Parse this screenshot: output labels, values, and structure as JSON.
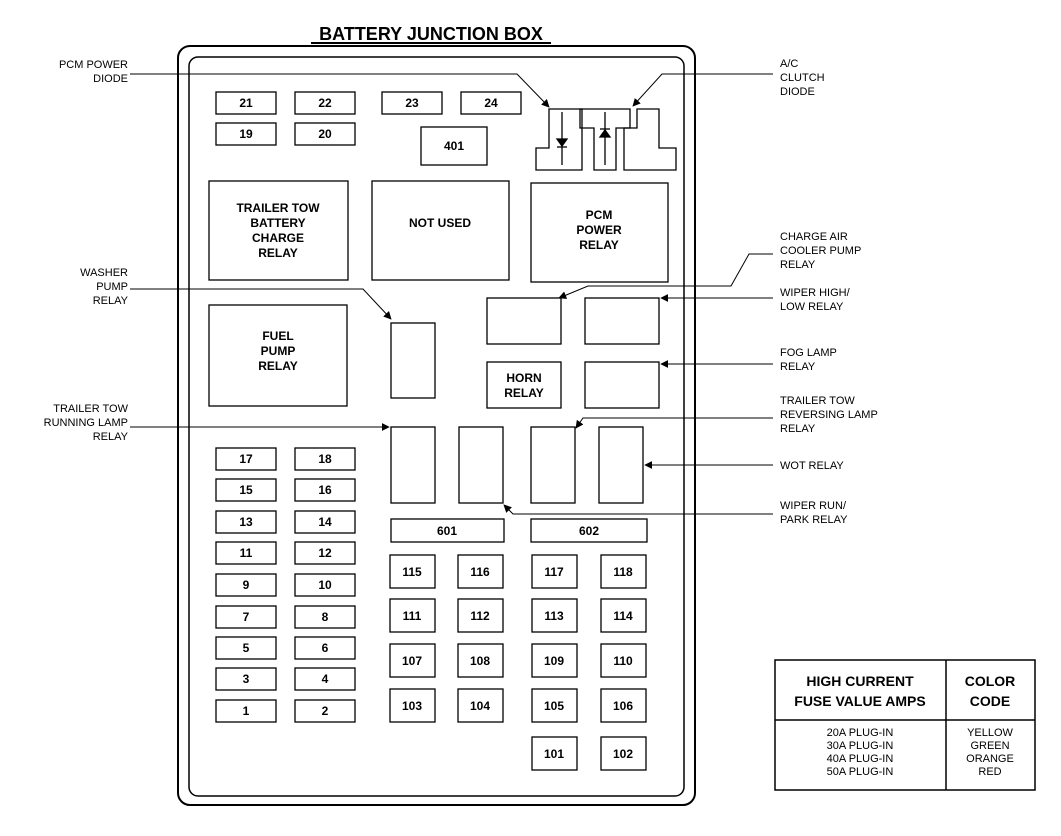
{
  "title": "BATTERY JUNCTION BOX",
  "fuses_small": [
    "21",
    "22",
    "23",
    "24",
    "19",
    "20",
    "401",
    "17",
    "18",
    "15",
    "16",
    "13",
    "14",
    "11",
    "12",
    "9",
    "10",
    "7",
    "8",
    "5",
    "6",
    "3",
    "4",
    "1",
    "2"
  ],
  "fuses_large": [
    "601",
    "602",
    "115",
    "116",
    "117",
    "118",
    "111",
    "112",
    "113",
    "114",
    "107",
    "108",
    "109",
    "110",
    "103",
    "104",
    "105",
    "106",
    "101",
    "102"
  ],
  "relays": {
    "trailer_tow_battery": [
      "TRAILER TOW",
      "BATTERY",
      "CHARGE",
      "RELAY"
    ],
    "not_used": [
      "NOT USED"
    ],
    "pcm_power": [
      "PCM",
      "POWER",
      "RELAY"
    ],
    "fuel_pump": [
      "FUEL",
      "PUMP",
      "RELAY"
    ],
    "horn": [
      "HORN",
      "RELAY"
    ]
  },
  "callouts": {
    "pcm_power_diode": [
      "PCM POWER",
      "DIODE"
    ],
    "ac_clutch_diode": [
      "A/C",
      "CLUTCH",
      "DIODE"
    ],
    "charge_air_cooler": [
      "CHARGE AIR",
      "COOLER PUMP",
      "RELAY"
    ],
    "washer_pump": [
      "WASHER",
      "PUMP",
      "RELAY"
    ],
    "wiper_high_low": [
      "WIPER HIGH/",
      "LOW RELAY"
    ],
    "fog_lamp": [
      "FOG LAMP",
      "RELAY"
    ],
    "trailer_tow_running": [
      "TRAILER TOW",
      "RUNNING LAMP",
      "RELAY"
    ],
    "trailer_tow_reversing": [
      "TRAILER TOW",
      "REVERSING LAMP",
      "RELAY"
    ],
    "wot": [
      "WOT RELAY"
    ],
    "wiper_run_park": [
      "WIPER RUN/",
      "PARK RELAY"
    ]
  },
  "legend_table": {
    "header_left": [
      "HIGH CURRENT",
      "FUSE VALUE AMPS"
    ],
    "header_right": [
      "COLOR",
      "CODE"
    ],
    "rows": [
      {
        "value": "20A PLUG-IN",
        "color": "YELLOW"
      },
      {
        "value": "30A PLUG-IN",
        "color": "GREEN"
      },
      {
        "value": "40A PLUG-IN",
        "color": "ORANGE"
      },
      {
        "value": "50A PLUG-IN",
        "color": "RED"
      }
    ]
  }
}
